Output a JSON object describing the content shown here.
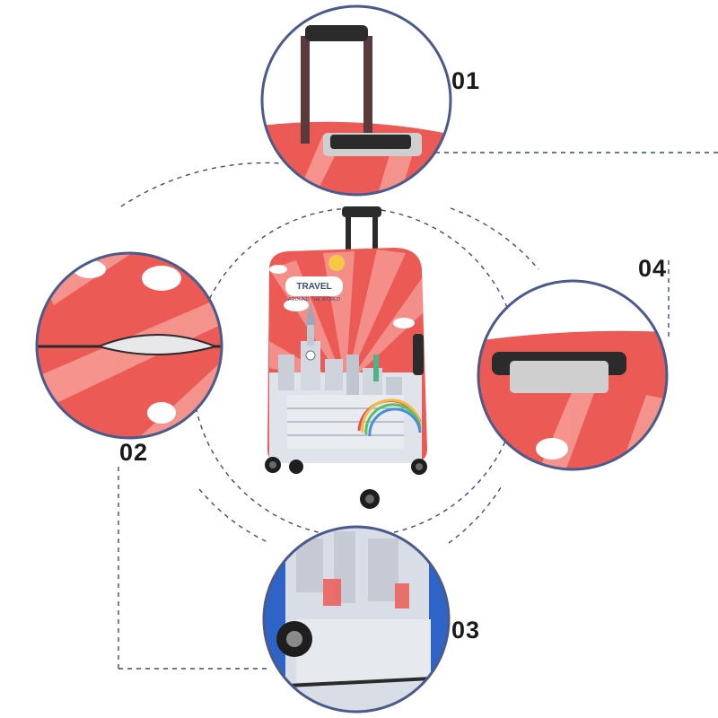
{
  "callouts": {
    "top_handle": "01",
    "zipper": "02",
    "bottom_seam": "03",
    "side_handle": "04"
  },
  "cover": {
    "print_title": "TRAVEL",
    "print_subtitle": "AROUND THE WORLD"
  },
  "colors": {
    "cover_red": "#ec5a55",
    "ray_light": "#f7a19a",
    "circle_border": "#4b5a8c",
    "dash_line": "#3c4b78",
    "handle": "#2b2b2b"
  }
}
